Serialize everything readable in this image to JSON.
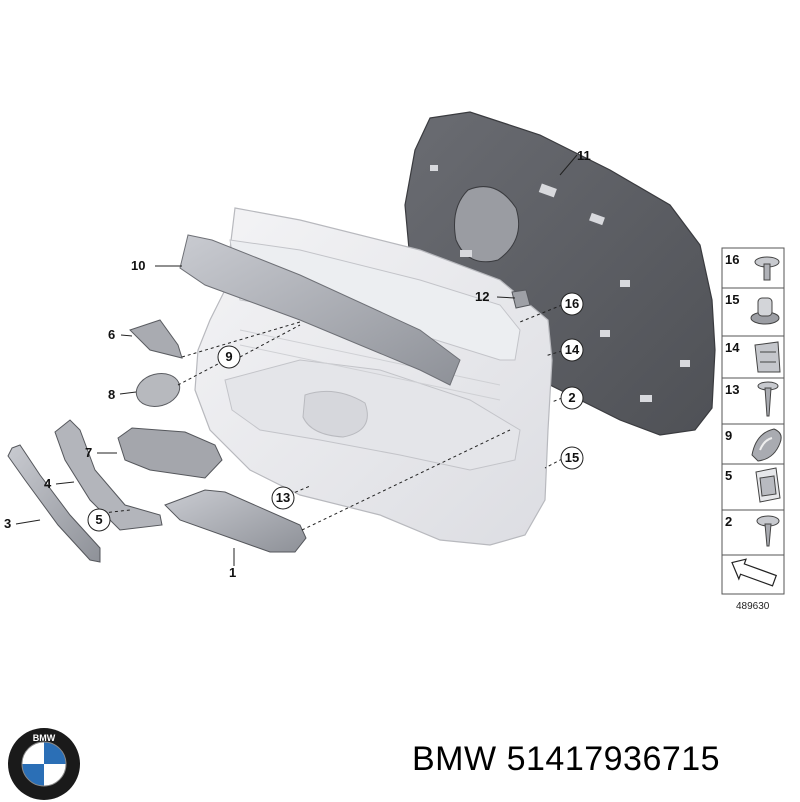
{
  "diagram": {
    "callouts": [
      "1",
      "2",
      "3",
      "4",
      "5",
      "6",
      "7",
      "8",
      "9",
      "10",
      "11",
      "12",
      "13",
      "14",
      "15",
      "16"
    ],
    "legend": [
      "16",
      "15",
      "14",
      "13",
      "9",
      "5",
      "2"
    ],
    "reference_code": "489630"
  },
  "footer": {
    "brand": "BMW",
    "part_number": "51417936715"
  },
  "logo": {
    "letters": "BMW",
    "colors": {
      "ring": "#1a1a1a",
      "blue": "#2b6fb6",
      "white": "#ffffff"
    }
  }
}
